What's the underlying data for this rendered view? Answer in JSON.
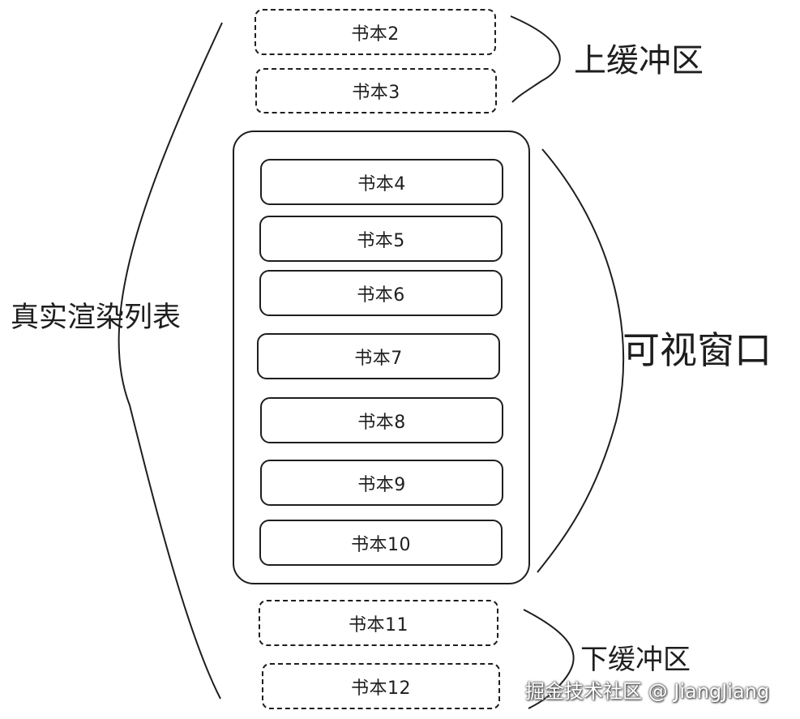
{
  "buffer_top": {
    "label": "上缓冲区",
    "items": [
      "书本2",
      "书本3"
    ]
  },
  "visible_window": {
    "label": "可视窗口",
    "items": [
      "书本4",
      "书本5",
      "书本6",
      "书本7",
      "书本8",
      "书本9",
      "书本10"
    ]
  },
  "buffer_bottom": {
    "label": "下缓冲区",
    "items": [
      "书本11",
      "书本12"
    ]
  },
  "real_list_label": "真实渲染列表",
  "watermark": "掘金技术社区 @ JiangJiang",
  "colors": {
    "stroke": "#1e1e1e",
    "background": "#ffffff"
  }
}
